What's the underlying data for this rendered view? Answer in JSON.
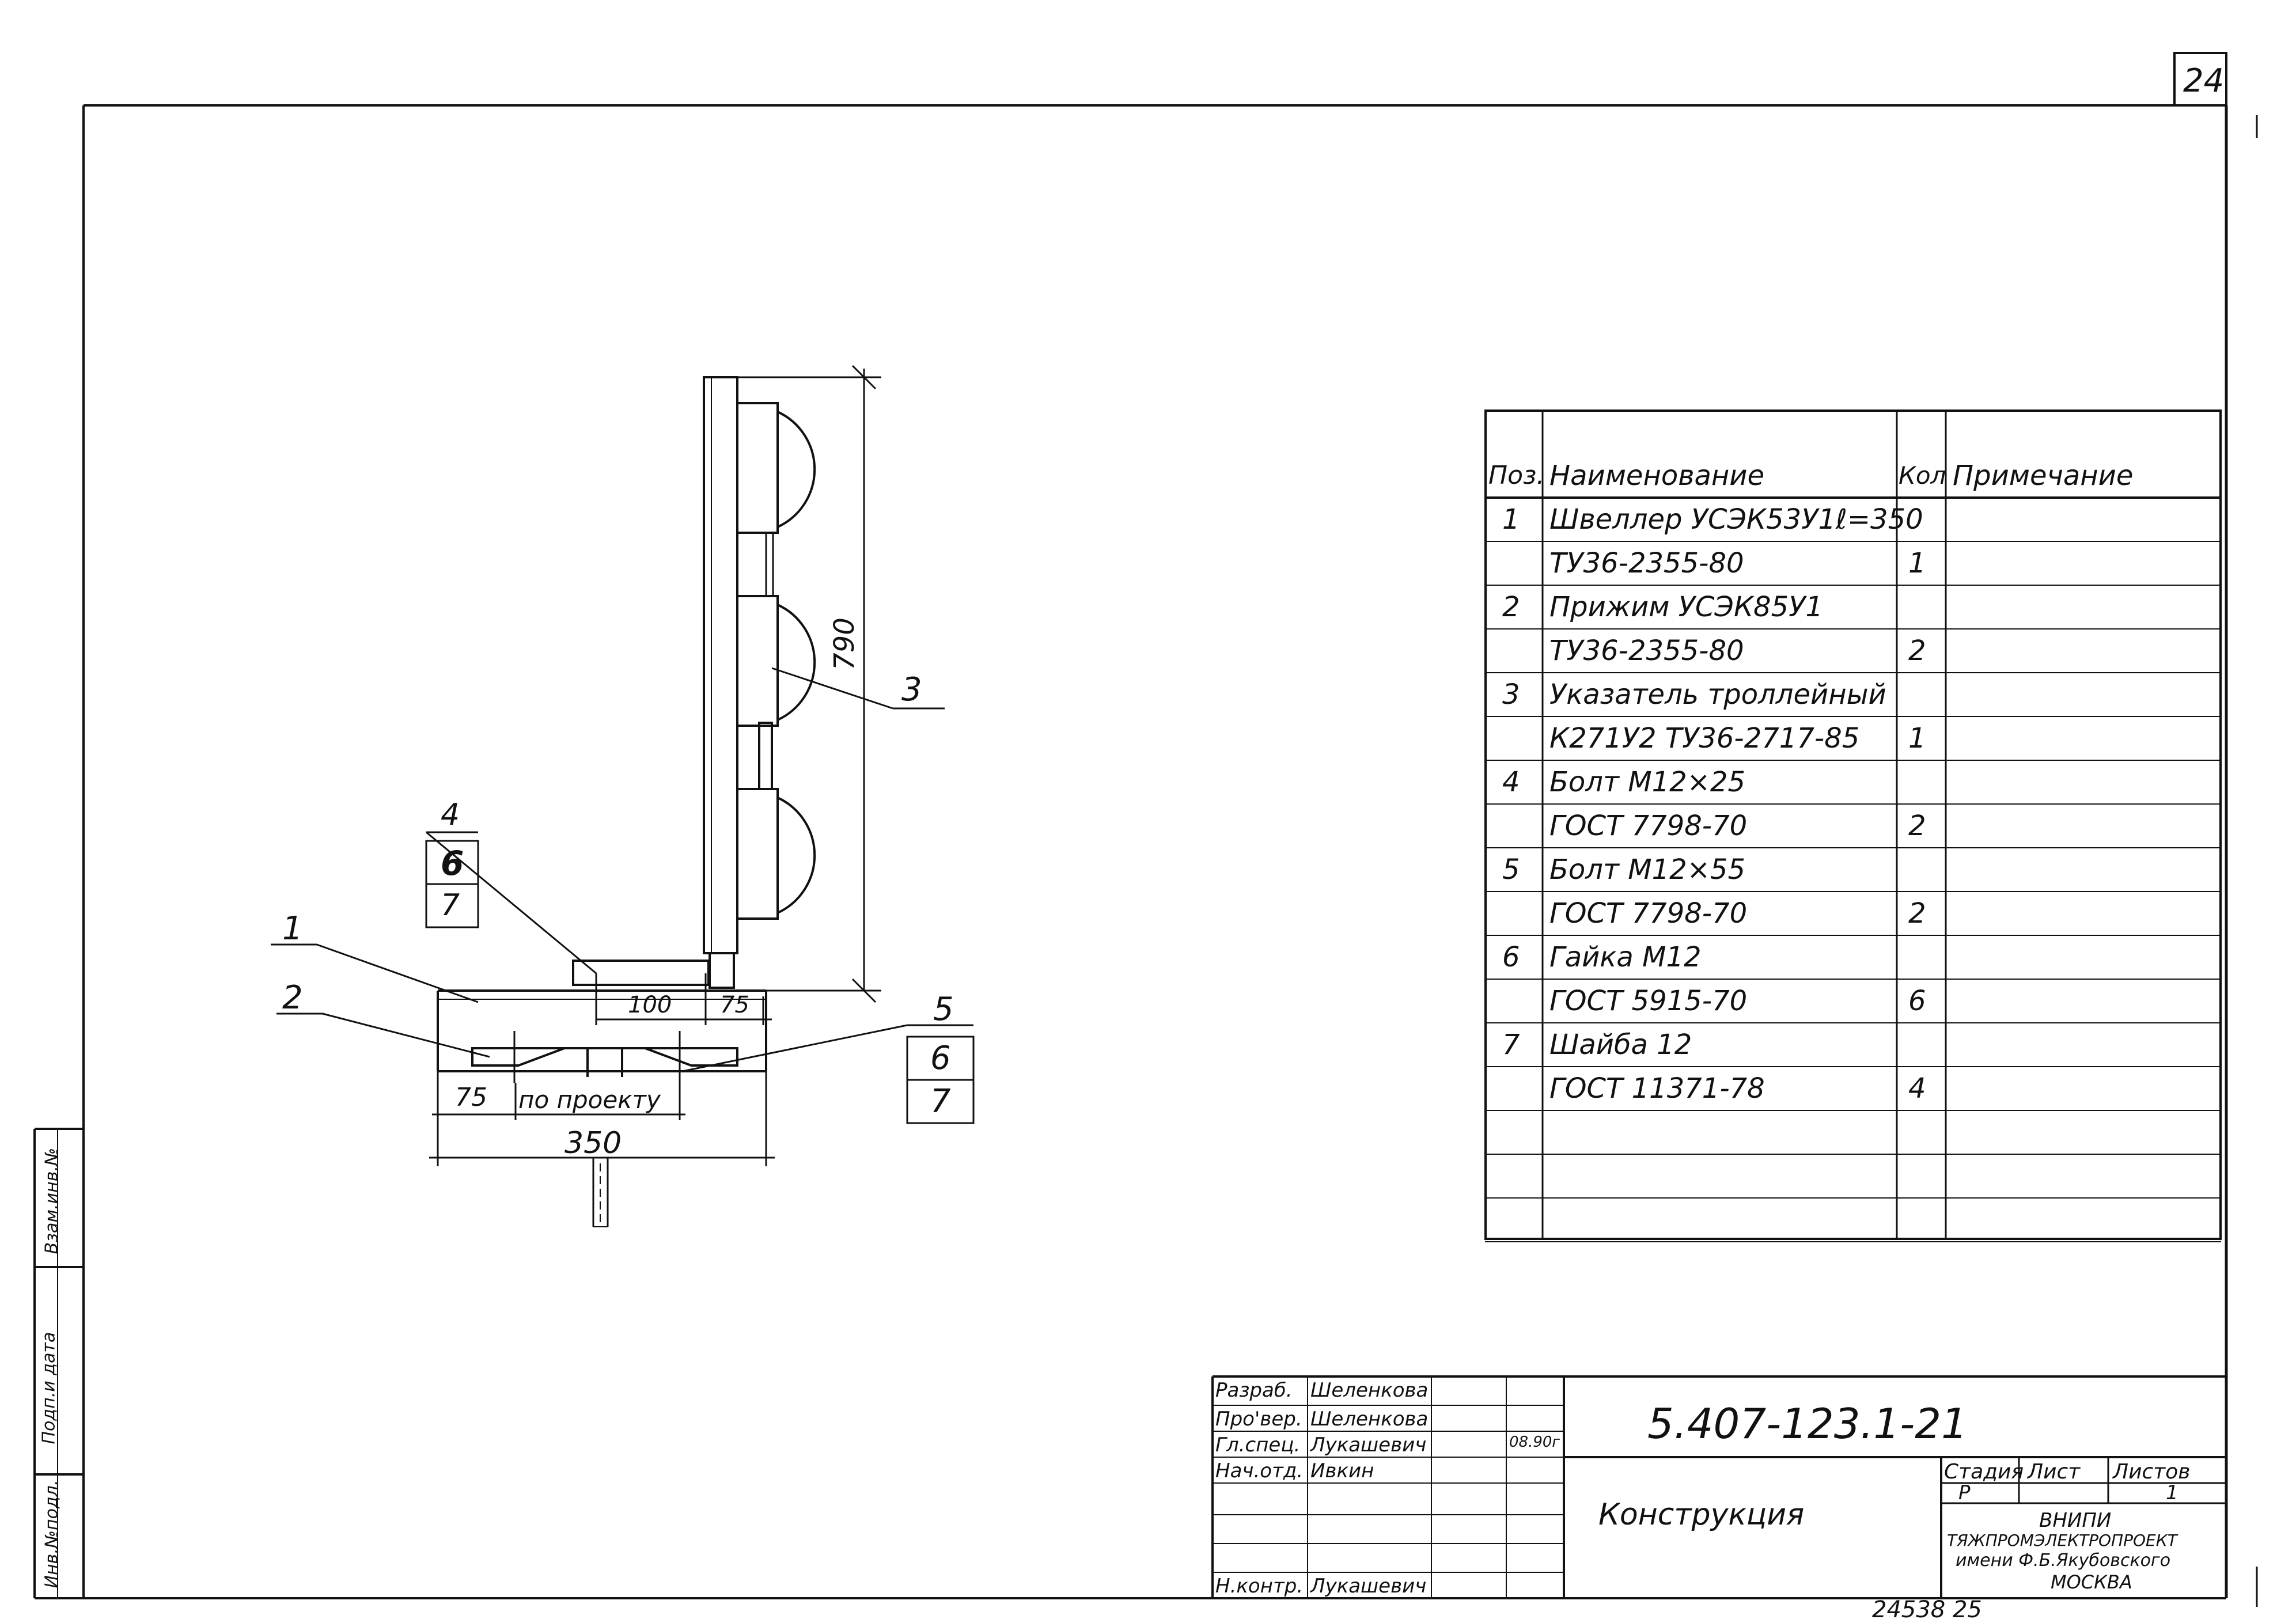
{
  "sheet_number": "24",
  "side_stamps": {
    "inv_podl": "Инв.№подл.",
    "podp_data": "Подп.и дата",
    "vzam_inv": "Взам.инв.№"
  },
  "drawing": {
    "dim_790": "790",
    "dim_100": "100",
    "dim_75_top": "75",
    "dim_75_left": "75",
    "dim_350": "350",
    "po_proektu": "по проекту",
    "callout_3": "3",
    "callout_1": "1",
    "callout_2": "2",
    "callout_4": "4",
    "callout_4_box": [
      "6",
      "7"
    ],
    "callout_5": "5",
    "callout_5_box": [
      "6",
      "7"
    ]
  },
  "spec_table": {
    "headers": {
      "pos": "Поз.",
      "name": "Наименование",
      "qty": "Кол",
      "note": "Примечание"
    },
    "rows": [
      {
        "pos": "1",
        "name": "Швеллер УСЭК53У1ℓ=350",
        "qty": "",
        "note": ""
      },
      {
        "pos": "",
        "name": "ТУ36-2355-80",
        "qty": "1",
        "note": ""
      },
      {
        "pos": "2",
        "name": "Прижим УСЭК85У1",
        "qty": "",
        "note": ""
      },
      {
        "pos": "",
        "name": "ТУ36-2355-80",
        "qty": "2",
        "note": ""
      },
      {
        "pos": "3",
        "name": "Указатель троллейный",
        "qty": "",
        "note": ""
      },
      {
        "pos": "",
        "name": "К271У2 ТУ36-2717-85",
        "qty": "1",
        "note": ""
      },
      {
        "pos": "4",
        "name": "Болт М12×25",
        "qty": "",
        "note": ""
      },
      {
        "pos": "",
        "name": "ГОСТ 7798-70",
        "qty": "2",
        "note": ""
      },
      {
        "pos": "5",
        "name": "Болт М12×55",
        "qty": "",
        "note": ""
      },
      {
        "pos": "",
        "name": "ГОСТ 7798-70",
        "qty": "2",
        "note": ""
      },
      {
        "pos": "6",
        "name": "Гайка М12",
        "qty": "",
        "note": ""
      },
      {
        "pos": "",
        "name": "ГОСТ 5915-70",
        "qty": "6",
        "note": ""
      },
      {
        "pos": "7",
        "name": "Шайба 12",
        "qty": "",
        "note": ""
      },
      {
        "pos": "",
        "name": "ГОСТ 11371-78",
        "qty": "4",
        "note": ""
      },
      {
        "pos": "",
        "name": "",
        "qty": "",
        "note": ""
      },
      {
        "pos": "",
        "name": "",
        "qty": "",
        "note": ""
      },
      {
        "pos": "",
        "name": "",
        "qty": "",
        "note": ""
      }
    ]
  },
  "title_block": {
    "roles": [
      {
        "role": "Разраб.",
        "name": "Шеленкова",
        "date": ""
      },
      {
        "role": "Про'вер.",
        "name": "Шеленкова",
        "date": ""
      },
      {
        "role": "Гл.спец.",
        "name": "Лукашевич",
        "date": "08.90г"
      },
      {
        "role": "Нач.отд.",
        "name": "Ивкин",
        "date": ""
      },
      {
        "role": "",
        "name": "",
        "date": ""
      },
      {
        "role": "",
        "name": "",
        "date": ""
      },
      {
        "role": "",
        "name": "",
        "date": ""
      },
      {
        "role": "Н.контр.",
        "name": "Лукашевич",
        "date": ""
      }
    ],
    "doc_code": "5.407-123.1-21",
    "doc_title": "Конструкция",
    "stage_label": "Стадия",
    "sheet_label": "Лист",
    "sheets_label": "Листов",
    "stage_value": "Р",
    "sheet_value": "",
    "sheets_value": "1",
    "org_line1": "ВНИПИ",
    "org_line2": "ТЯЖПРОМЭЛЕКТРОПРОЕКТ",
    "org_line3": "имени Ф.Б.Якубовского",
    "org_line4": "МОСКВА"
  },
  "footer_number": "24538 25"
}
